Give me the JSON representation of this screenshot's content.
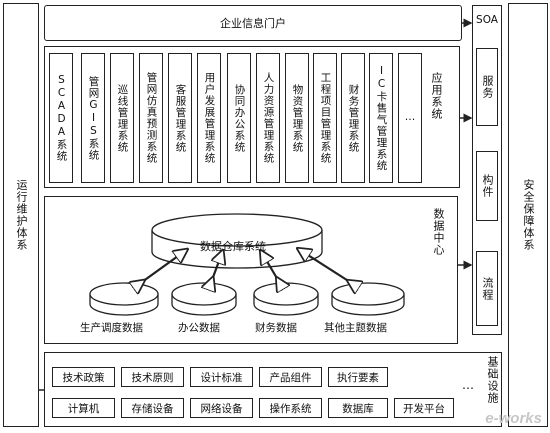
{
  "left_label": "运行维护体系",
  "right_label": "安全保障体系",
  "portal": "企业信息门户",
  "soa": {
    "title": "SOA",
    "items": [
      "服务",
      "构件",
      "流程"
    ]
  },
  "applications": {
    "label": "应用系统",
    "items": [
      "SCADA系统",
      "管网GIS系统",
      "巡线管理系统",
      "管网仿真预测系统",
      "客服管理系统",
      "用户发展管理系统",
      "协同办公系统",
      "人力资源管理系统",
      "物资管理系统",
      "工程项目管理系统",
      "财务管理系统",
      "IC卡售气管理系统",
      "…"
    ]
  },
  "data_center": {
    "label": "数据中心",
    "warehouse": "数据仓库系统",
    "stores": [
      "生产调度数据",
      "办公数据",
      "财务数据",
      "其他主题数据"
    ]
  },
  "infrastructure": {
    "label": "基础设施",
    "row1": [
      "技术政策",
      "技术原则",
      "设计标准",
      "产品组件",
      "执行要素"
    ],
    "row2": [
      "计算机",
      "存储设备",
      "网络设备",
      "操作系统",
      "数据库",
      "开发平台"
    ],
    "ellipsis": "…"
  },
  "watermark": "e-works"
}
